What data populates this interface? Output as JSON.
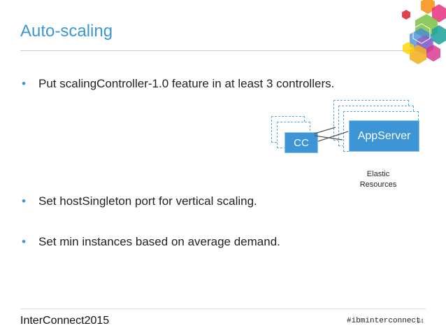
{
  "slide": {
    "title": "Auto-scaling",
    "bullet_marker": "•",
    "bullets": [
      "Put scalingController-1.0 feature in at least 3 controllers.",
      "Set hostSingleton port for vertical scaling.",
      "Set min instances based on average demand."
    ]
  },
  "diagram": {
    "controller_label": "CC",
    "server_label": "AppServer",
    "caption_line1": "Elastic",
    "caption_line2": "Resources",
    "colors": {
      "fill": "#3d95d6",
      "dash": "#5aa7df",
      "line": "#555555"
    }
  },
  "footer": {
    "brand_word": "InterConnect",
    "brand_year": "2015",
    "hashtag": "#ibminterconnect",
    "page_number": "34"
  },
  "theme": {
    "accent": "#3d95d6"
  }
}
